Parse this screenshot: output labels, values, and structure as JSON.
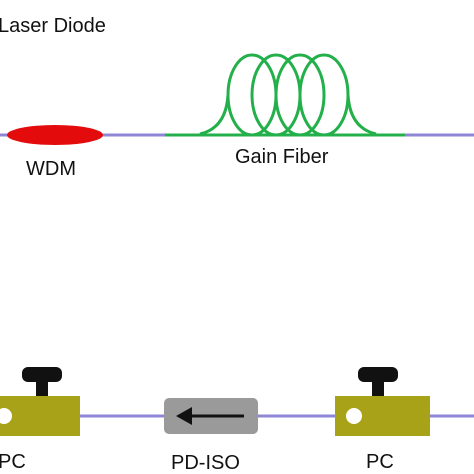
{
  "labels": {
    "laser_diode": "Laser Diode",
    "wdm": "WDM",
    "gain_fiber": "Gain Fiber",
    "pc_left": "PC",
    "pd_iso": "PD-ISO",
    "pc_right": "PC"
  },
  "colors": {
    "fiber_purple": "#8f86d6",
    "fiber_green": "#23b04a",
    "wdm_red": "#e30b0b",
    "pc_body": "#a8a218",
    "pc_knob": "#111111",
    "iso_gray": "#9a9a9a",
    "iso_arrow": "#111111"
  },
  "icons": {
    "wdm": "red-ellipse",
    "gain_fiber": "fiber-coil",
    "pc": "polarization-controller",
    "pd_iso": "isolator-arrow-left"
  }
}
